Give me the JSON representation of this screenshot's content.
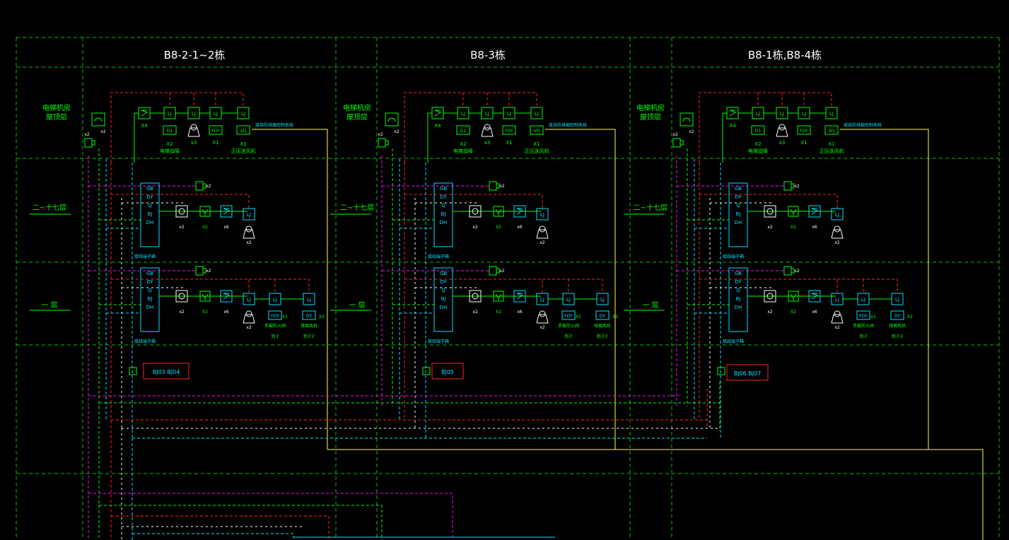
{
  "colors": {
    "background": "#000000",
    "grid": "#00c000",
    "red": "#ff2020",
    "magenta": "#ff00ff",
    "green": "#00ff00",
    "cyan": "#00e0ff",
    "white": "#ffffff",
    "yellow": "#ffff40"
  },
  "headers": {
    "col1": "B8-2-1~2栋",
    "col2": "B8-3栋",
    "col3": "B8-1栋,B8-4栋"
  },
  "floor_labels": {
    "roof": "电梯机房\n屋顶层",
    "upper": "二~十七层",
    "ground": "一  层"
  },
  "roof_devices": {
    "codes": [
      "LJ",
      "LJ",
      "LJ",
      "LJ"
    ],
    "bottom_labels": [
      "X4",
      "D1",
      "FDY",
      "SFJ"
    ],
    "count_labels": [
      "X2",
      "x3",
      "X1",
      "X1"
    ],
    "notes": [
      "电梯迫降",
      "正压送风机"
    ],
    "remark": "接自防排烟控制系统"
  },
  "panel": {
    "lines": [
      "GB",
      "DY",
      "Q",
      "BJ",
      "DH"
    ],
    "caption": "接线端子箱"
  },
  "device_labels": {
    "x2": "x2",
    "x3": "x3",
    "x6": "x6",
    "X2": "X2",
    "X1": "X1",
    "DY": "DY",
    "FDY": "FDY",
    "fire_pump": "手报防火阀",
    "fire_pump_sub": "排烟风机",
    "jf": "到:F",
    "jf2": "到:F:F"
  },
  "boxes": {
    "b1": "BJ03   BJ04",
    "b2": "BJ05",
    "b3": "BJ06   BJ07"
  }
}
